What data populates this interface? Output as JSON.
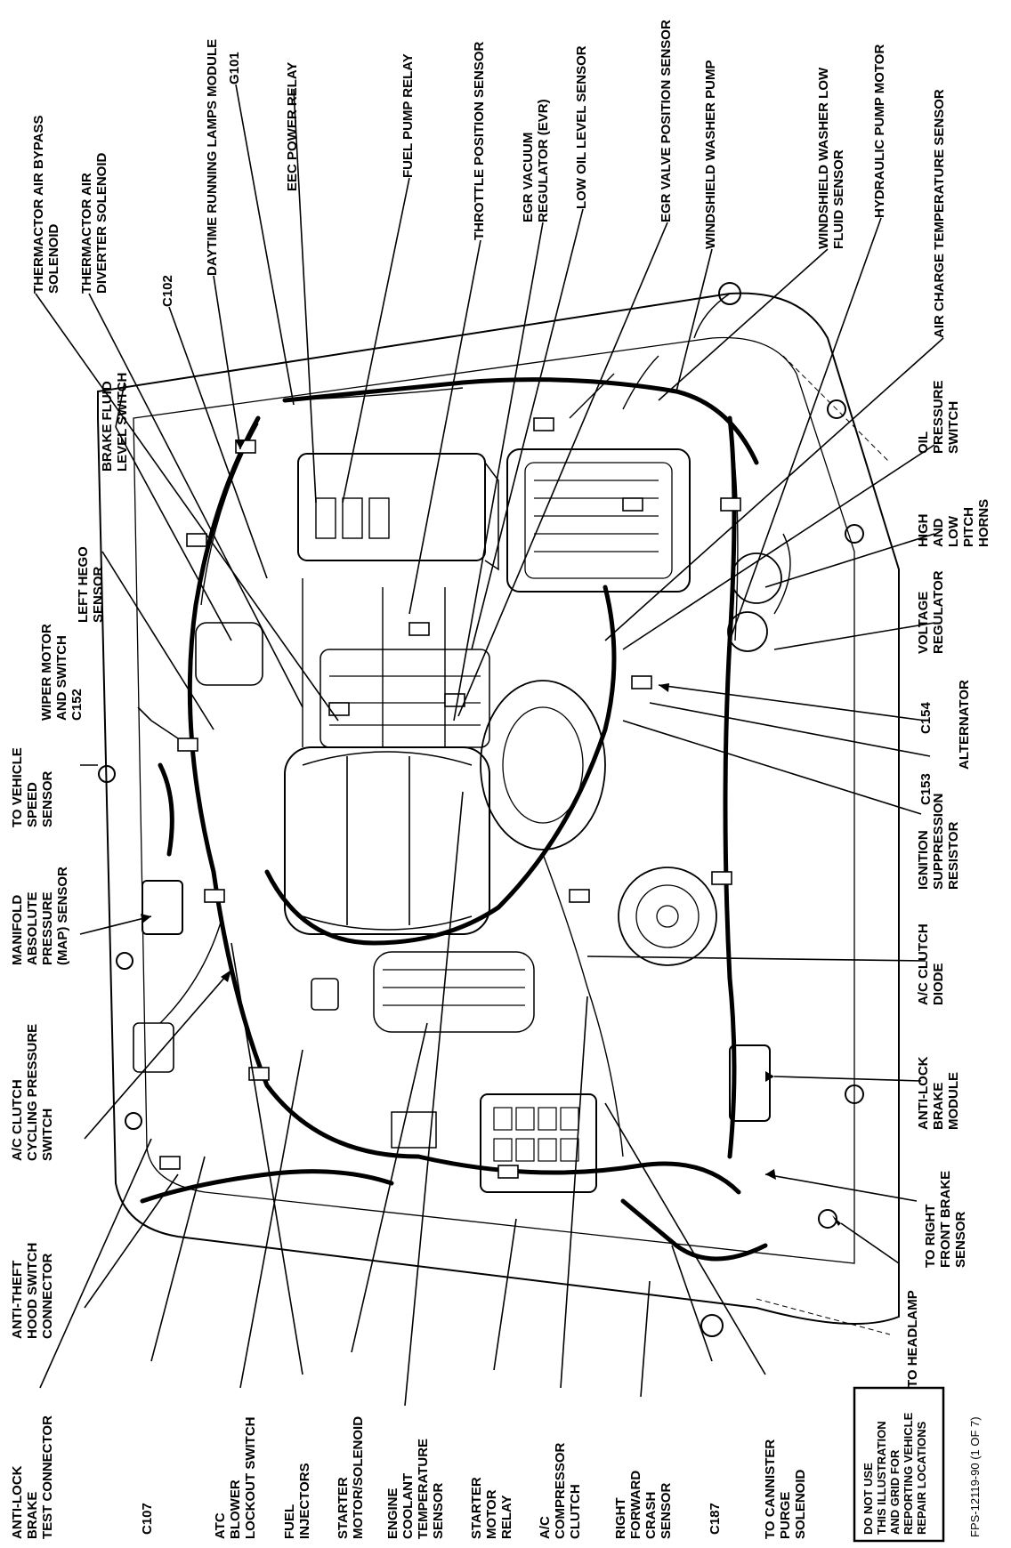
{
  "labels": {
    "thermactor_air_bypass": "THERMACTOR AIR BYPASS",
    "thermactor_air_bypass_2": "SOLENOID",
    "thermactor_air_diverter": "THERMACTOR AIR",
    "thermactor_air_diverter_2": "DIVERTER SOLENOID",
    "c102": "C102",
    "daytime_running": "DAYTIME RUNNING LAMPS MODULE",
    "g101": "G101",
    "eec_power_relay": "EEC POWER RELAY",
    "fuel_pump_relay": "FUEL PUMP RELAY",
    "throttle_position": "THROTTLE POSITION SENSOR",
    "egr_vacuum_1": "EGR VACUUM",
    "egr_vacuum_2": "REGULATOR (EVR)",
    "low_oil_level": "LOW OIL LEVEL SENSOR",
    "egr_valve_position": "EGR VALVE POSITION SENSOR",
    "windshield_washer_pump": "WINDSHIELD WASHER PUMP",
    "windshield_washer_low_1": "WINDSHIELD WASHER LOW",
    "windshield_washer_low_2": "FLUID SENSOR",
    "hydraulic_pump_motor": "HYDRAULIC PUMP MOTOR",
    "air_charge_temp": "AIR CHARGE TEMPERATURE SENSOR",
    "brake_fluid_1": "BRAKE FLUID",
    "brake_fluid_2": "LEVEL SWITCH",
    "left_hego_1": "LEFT HEGO",
    "left_hego_2": "SENSOR",
    "wiper_motor_1": "WIPER MOTOR",
    "wiper_motor_2": "AND SWITCH",
    "wiper_motor_3": "C152",
    "vehicle_speed_1": "TO VEHICLE",
    "vehicle_speed_2": "SPEED",
    "vehicle_speed_3": "SENSOR",
    "map_1": "MANIFOLD",
    "map_2": "ABSOLUTE",
    "map_3": "PRESSURE",
    "map_4": "(MAP) SENSOR",
    "ac_cycling_1": "A/C CLUTCH",
    "ac_cycling_2": "CYCLING PRESSURE",
    "ac_cycling_3": "SWITCH",
    "anti_theft_1": "ANTI-THEFT",
    "anti_theft_2": "HOOD SWITCH",
    "anti_theft_3": "CONNECTOR",
    "oil_pressure_1": "OIL",
    "oil_pressure_2": "PRESSURE",
    "oil_pressure_3": "SWITCH",
    "horns_1": "HIGH",
    "horns_2": "AND",
    "horns_3": "LOW",
    "horns_4": "PITCH",
    "horns_5": "HORNS",
    "voltage_reg_1": "VOLTAGE",
    "voltage_reg_2": "REGULATOR",
    "alternator": "ALTERNATOR",
    "c154": "C154",
    "c153": "C153",
    "ignition_1": "IGNITION",
    "ignition_2": "SUPPRESSION",
    "ignition_3": "RESISTOR",
    "ac_diode_1": "A/C CLUTCH",
    "ac_diode_2": "DIODE",
    "abs_module_1": "ANTI-LOCK",
    "abs_module_2": "BRAKE",
    "abs_module_3": "MODULE",
    "right_brake_1": "TO RIGHT",
    "right_brake_2": "FRONT BRAKE",
    "right_brake_3": "SENSOR",
    "to_headlamp": "TO HEADLAMP",
    "abs_test_1": "ANTI-LOCK",
    "abs_test_2": "BRAKE",
    "abs_test_3": "TEST CONNECTOR",
    "c107": "C107",
    "atc_blower_1": "ATC",
    "atc_blower_2": "BLOWER",
    "atc_blower_3": "LOCKOUT SWITCH",
    "fuel_injectors_1": "FUEL",
    "fuel_injectors_2": "INJECTORS",
    "starter_motor_1": "STARTER",
    "starter_motor_2": "MOTOR/SOLENOID",
    "coolant_temp_1": "ENGINE",
    "coolant_temp_2": "COOLANT",
    "coolant_temp_3": "TEMPERATURE",
    "coolant_temp_4": "SENSOR",
    "starter_relay_1": "STARTER",
    "starter_relay_2": "MOTOR",
    "starter_relay_3": "RELAY",
    "ac_compressor_1": "A/C",
    "ac_compressor_2": "COMPRESSOR",
    "ac_compressor_3": "CLUTCH",
    "crash_sensor_1": "RIGHT",
    "crash_sensor_2": "FORWARD",
    "crash_sensor_3": "CRASH",
    "crash_sensor_4": "SENSOR",
    "c187": "C187",
    "canister_1": "TO CANNISTER",
    "canister_2": "PURGE",
    "canister_3": "SOLENOID"
  },
  "notice": {
    "line1": "DO NOT USE",
    "line2": "THIS ILLUSTRATION",
    "line3": "AND GRID FOR",
    "line4": "REPORTING VEHICLE",
    "line5": "REPAIR LOCATIONS"
  },
  "figure_code": "FPS-12119-90 (1 OF 7)"
}
